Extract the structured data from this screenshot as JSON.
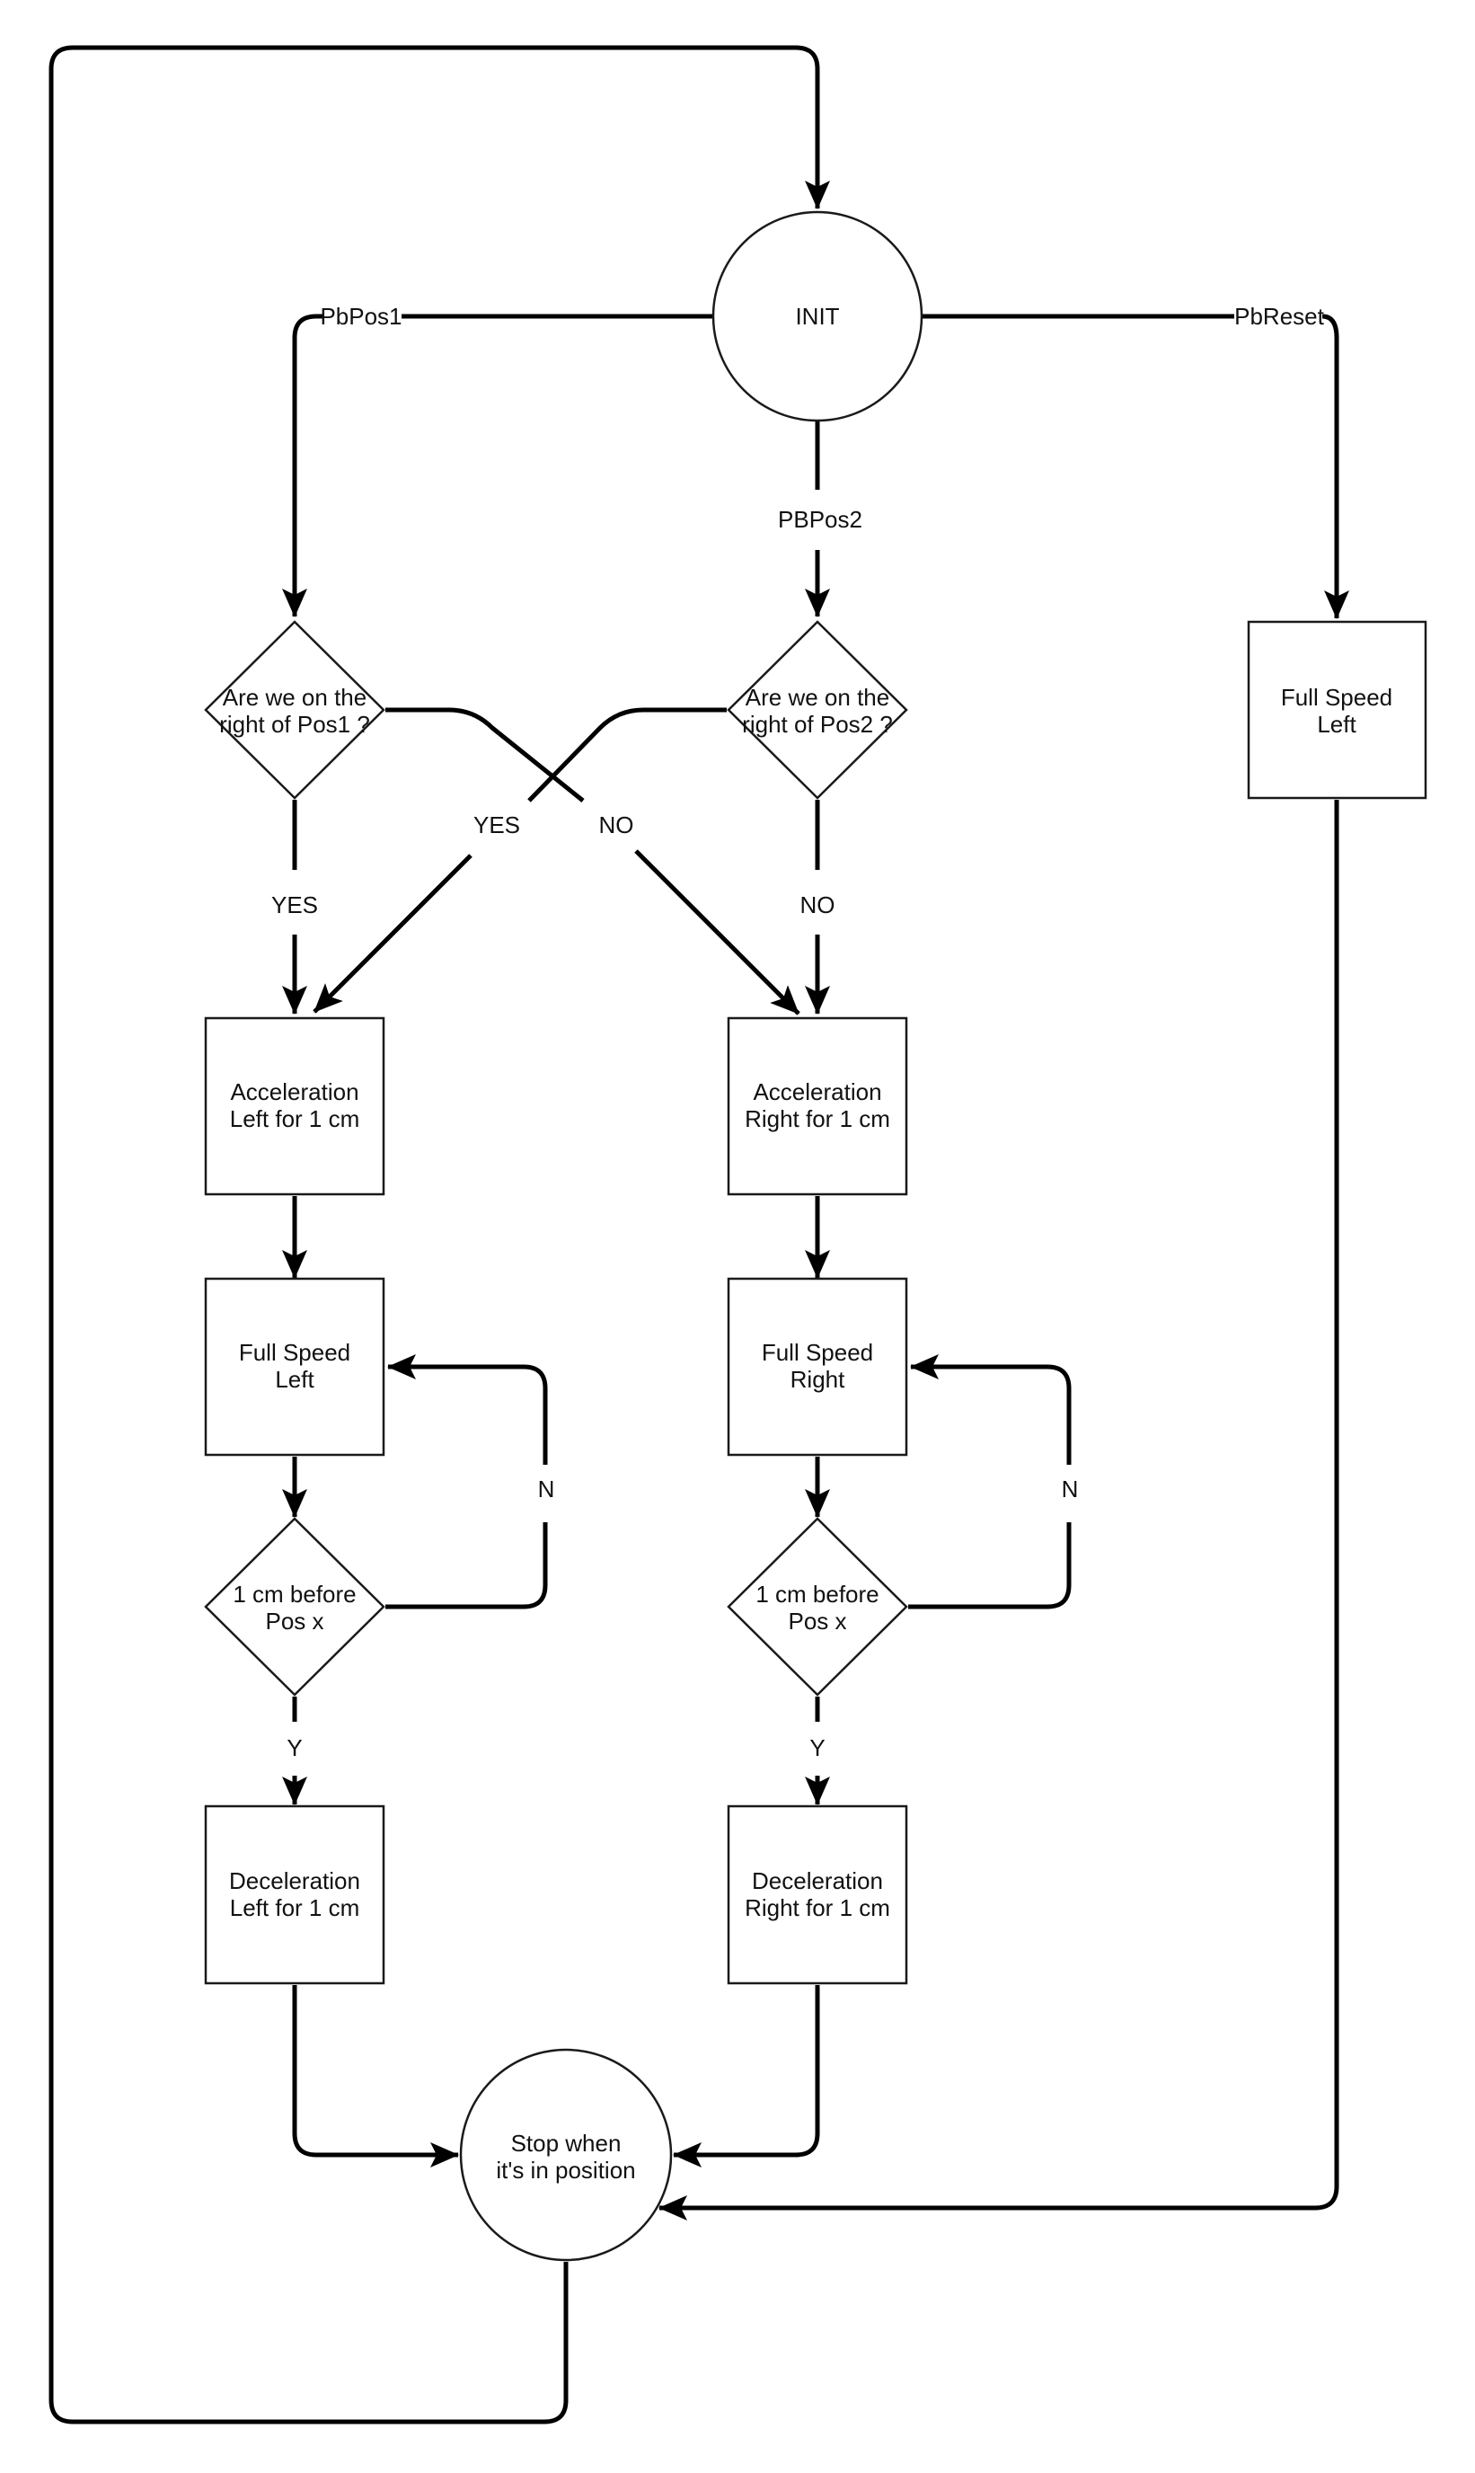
{
  "diagram": {
    "background": "#ffffff",
    "line_color": "#000000",
    "nodes": {
      "init": {
        "label": "INIT"
      },
      "pos1_decision": {
        "line1": "Are we on the",
        "line2": "right of Pos1 ?"
      },
      "pos2_decision": {
        "line1": "Are we on the",
        "line2": "right of Pos2 ?"
      },
      "reset_full_speed_left": {
        "line1": "Full Speed",
        "line2": "Left"
      },
      "accel_left": {
        "line1": "Acceleration",
        "line2": "Left for 1 cm"
      },
      "accel_right": {
        "line1": "Acceleration",
        "line2": "Right for 1 cm"
      },
      "full_speed_left": {
        "line1": "Full Speed",
        "line2": "Left"
      },
      "full_speed_right": {
        "line1": "Full Speed",
        "line2": "Right"
      },
      "before_pos_left": {
        "line1": "1 cm before",
        "line2": "Pos x"
      },
      "before_pos_right": {
        "line1": "1 cm before",
        "line2": "Pos x"
      },
      "decel_left": {
        "line1": "Deceleration",
        "line2": "Left for 1 cm"
      },
      "decel_right": {
        "line1": "Deceleration",
        "line2": "Right for 1 cm"
      },
      "stop": {
        "line1": "Stop when",
        "line2": "it's in position"
      }
    },
    "edge_labels": {
      "pbpos1": "PbPos1",
      "pbreset": "PbReset",
      "pbpos2": "PBPos2",
      "cross_yes": "YES",
      "cross_no": "NO",
      "pos1_yes": "YES",
      "pos2_no": "NO",
      "left_loop_n": "N",
      "right_loop_n": "N",
      "left_y": "Y",
      "right_y": "Y"
    }
  }
}
